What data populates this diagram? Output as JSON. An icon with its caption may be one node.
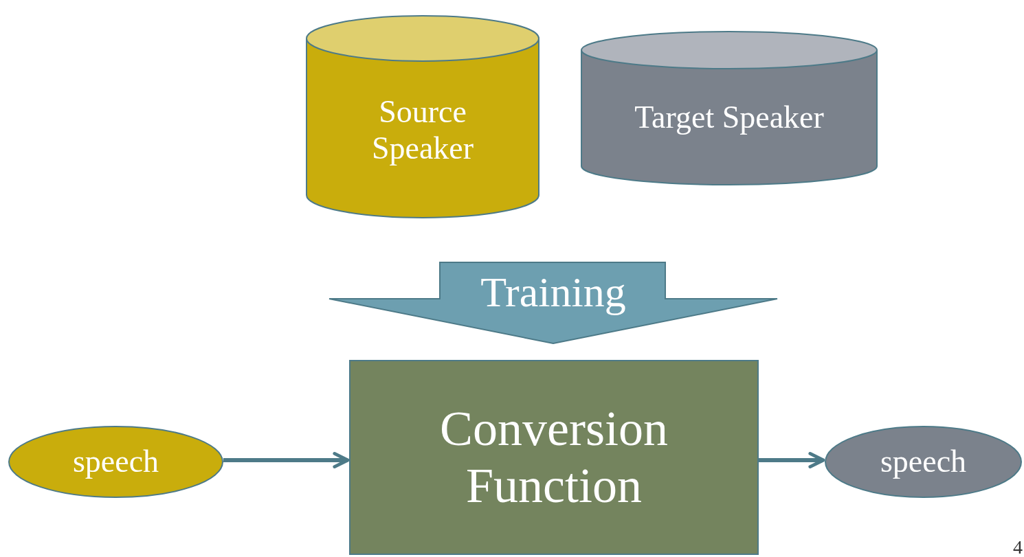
{
  "diagram": {
    "nodes": [
      {
        "text": [
          "Source Speaker"
        ]
      },
      {
        "text": [
          "Target Speaker"
        ]
      },
      {
        "text": [
          "Training"
        ]
      },
      {
        "text": [
          "speech"
        ]
      },
      {
        "text": [
          "Conversion Function"
        ]
      },
      {
        "text": [
          "speech"
        ]
      }
    ],
    "edges": [
      {
        "from": 3,
        "to": 4,
        "arrow": "to"
      },
      {
        "from": 4,
        "to": 5,
        "arrow": "to"
      }
    ],
    "labels": [
      "4"
    ]
  }
}
